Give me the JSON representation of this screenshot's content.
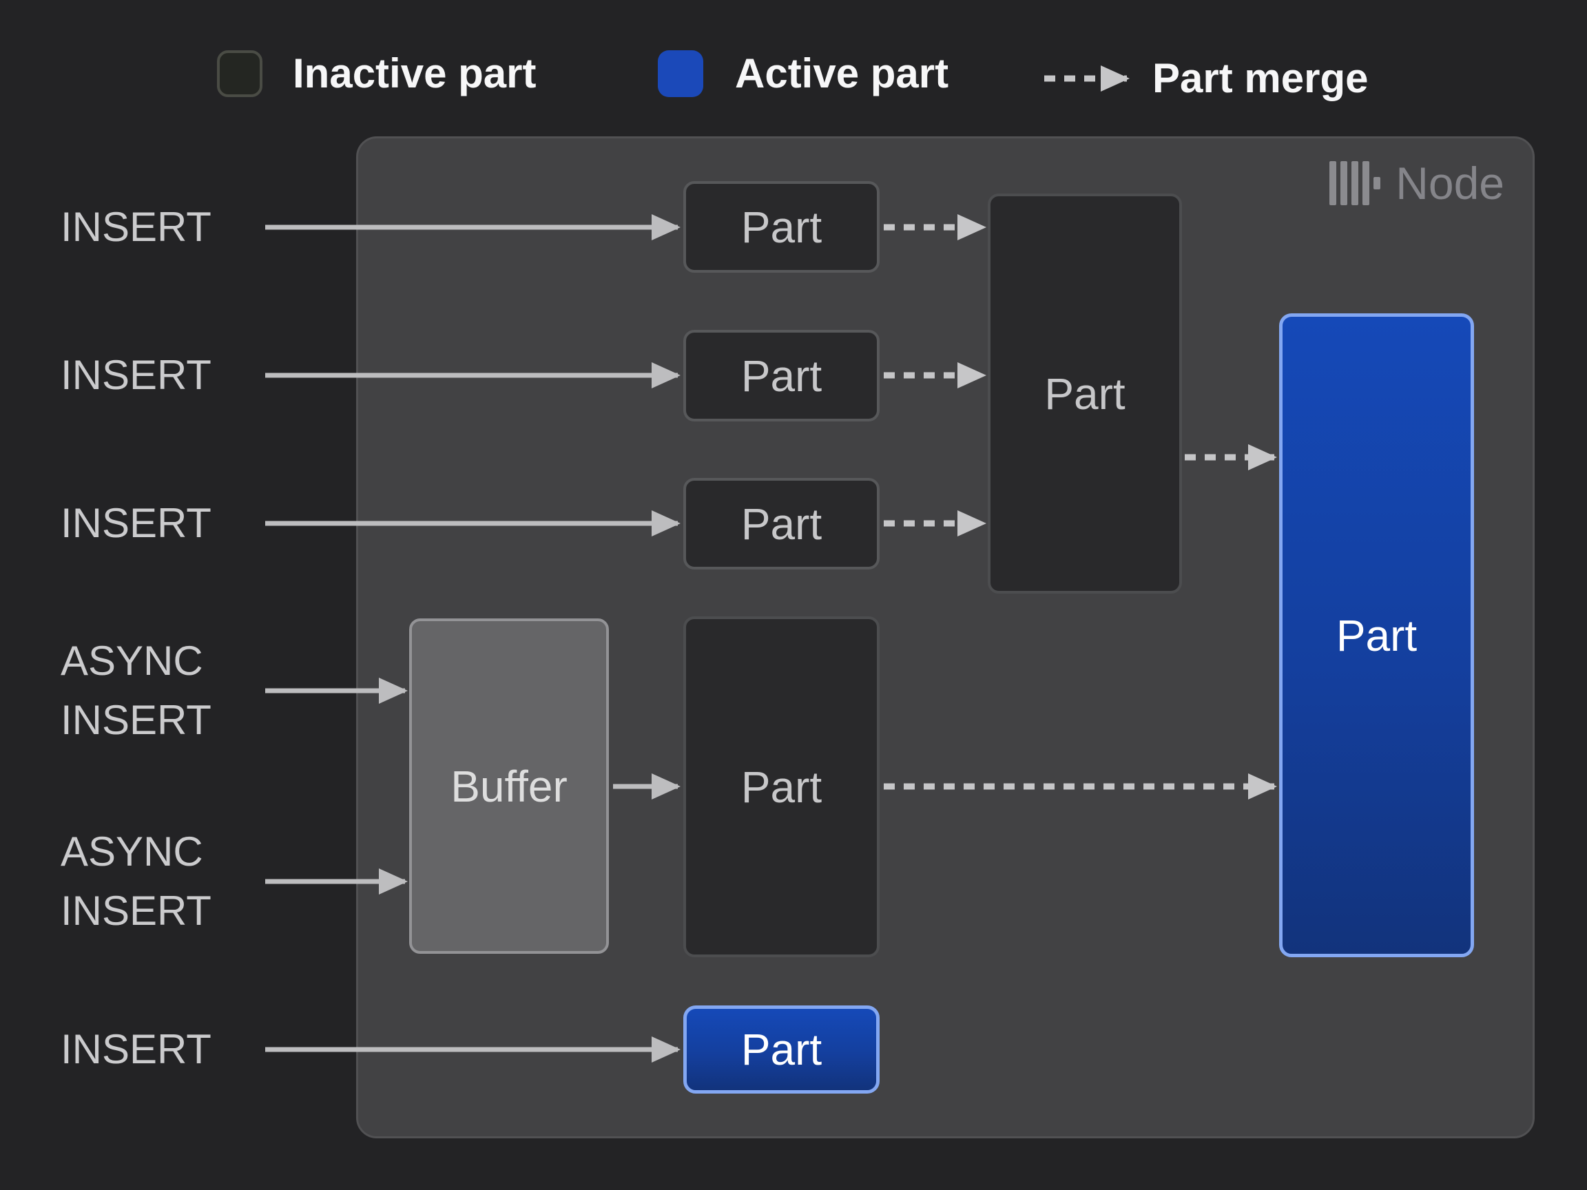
{
  "legend": {
    "inactive": {
      "label": "Inactive part",
      "state": "inactive"
    },
    "active": {
      "label": "Active part",
      "state": "active"
    },
    "merge": {
      "label": "Part merge",
      "style": "dashed-arrow"
    }
  },
  "node": {
    "title": "Node"
  },
  "inputs": [
    {
      "label": "INSERT"
    },
    {
      "label": "INSERT"
    },
    {
      "label": "INSERT"
    },
    {
      "label": "ASYNC INSERT"
    },
    {
      "label": "ASYNC INSERT"
    },
    {
      "label": "INSERT"
    }
  ],
  "parts": {
    "part1": {
      "label": "Part",
      "state": "inactive"
    },
    "part2": {
      "label": "Part",
      "state": "inactive"
    },
    "part3": {
      "label": "Part",
      "state": "inactive"
    },
    "merged": {
      "label": "Part",
      "state": "inactive"
    },
    "buffer": {
      "label": "Buffer",
      "state": "buffer"
    },
    "buffer_part": {
      "label": "Part",
      "state": "inactive"
    },
    "active_large": {
      "label": "Part",
      "state": "active"
    },
    "active_small": {
      "label": "Part",
      "state": "active"
    }
  },
  "colors": {
    "background": "#232325",
    "node_fill": "#424244",
    "inactive_fill": "#29292b",
    "inactive_border": "#57585a",
    "active_top": "#1549b8",
    "active_bottom": "#12337c",
    "active_border": "#83a7f2",
    "buffer_fill": "#656567",
    "arrow": "#bdbdbf",
    "legend_text": "#f7f7f8",
    "node_title_text": "#85858a"
  }
}
